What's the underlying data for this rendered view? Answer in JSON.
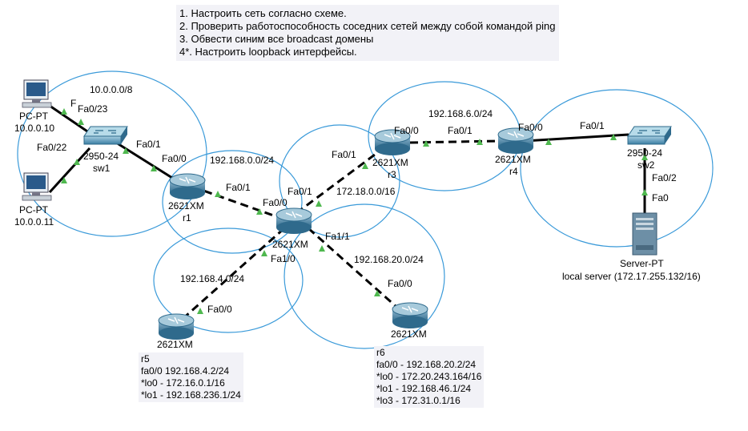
{
  "tasks": [
    "1. Настроить сеть согласно схеме.",
    "2. Проверить работоспособность соседних сетей между собой командой ping",
    "3. Обвести синим все broadcast домены",
    "4*. Настроить loopback интерфейсы."
  ],
  "devices": {
    "pc1": {
      "type": "PC-PT",
      "ip": "10.0.0.10"
    },
    "pc2": {
      "type": "PC-PT",
      "ip": "10.0.0.11"
    },
    "sw1": {
      "model": "2950-24",
      "name": "sw1"
    },
    "sw2": {
      "model": "2950-24",
      "name": "sw2"
    },
    "r1": {
      "model": "2621XM",
      "name": "r1"
    },
    "r2": {
      "model": "2621XM"
    },
    "r3": {
      "model": "2621XM",
      "name": "r3"
    },
    "r4": {
      "model": "2621XM",
      "name": "r4"
    },
    "r5": {
      "model": "2621XM"
    },
    "r6": {
      "model": "2621XM"
    },
    "server": {
      "type": "Server-PT",
      "desc": "local server (172.17.255.132/16)"
    }
  },
  "networks": {
    "n1": "10.0.0.0/8",
    "n2": "192.168.0.0/24",
    "n3": "172.18.0.0/16",
    "n4": "192.168.6.0/24",
    "n5": "192.168.4.0/24",
    "n6": "192.168.20.0/24"
  },
  "ports": {
    "pc1_sw": "Fa0/23",
    "pc1_f": "F",
    "pc2_sw": "Fa0/22",
    "sw1_r1": "Fa0/1",
    "r1_sw1": "Fa0/0",
    "r1_r2": "Fa0/1",
    "r2_r1": "Fa0/0",
    "r2_r3": "Fa0/1",
    "r3_r2": "Fa0/1",
    "r3_r4": "Fa0/0",
    "r4_r3": "Fa0/1",
    "r4_sw2": "Fa0/0",
    "sw2_r4": "Fa0/1",
    "sw2_srv": "Fa0/2",
    "srv": "Fa0",
    "r2_r5": "Fa1/0",
    "r5_r2": "Fa0/0",
    "r2_r6": "Fa1/1",
    "r6_r2": "Fa0/0"
  },
  "r5_info": {
    "name": "r5",
    "lines": [
      "fa0/0 192.168.4.2/24",
      "*lo0 - 172.16.0.1/16",
      "*lo1 - 192.168.236.1/24"
    ]
  },
  "r6_info": {
    "name": "r6",
    "lines": [
      "fa0/0 - 192.168.20.2/24",
      "*lo0 - 172.20.243.164/16",
      "*lo1 - 192.168.46.1/24",
      "*lo3 - 172.31.0.1/16"
    ]
  },
  "colors": {
    "domain_circle": "#3a9ad9",
    "link_up": "#4fb84f",
    "router": "#3d6f8e"
  }
}
